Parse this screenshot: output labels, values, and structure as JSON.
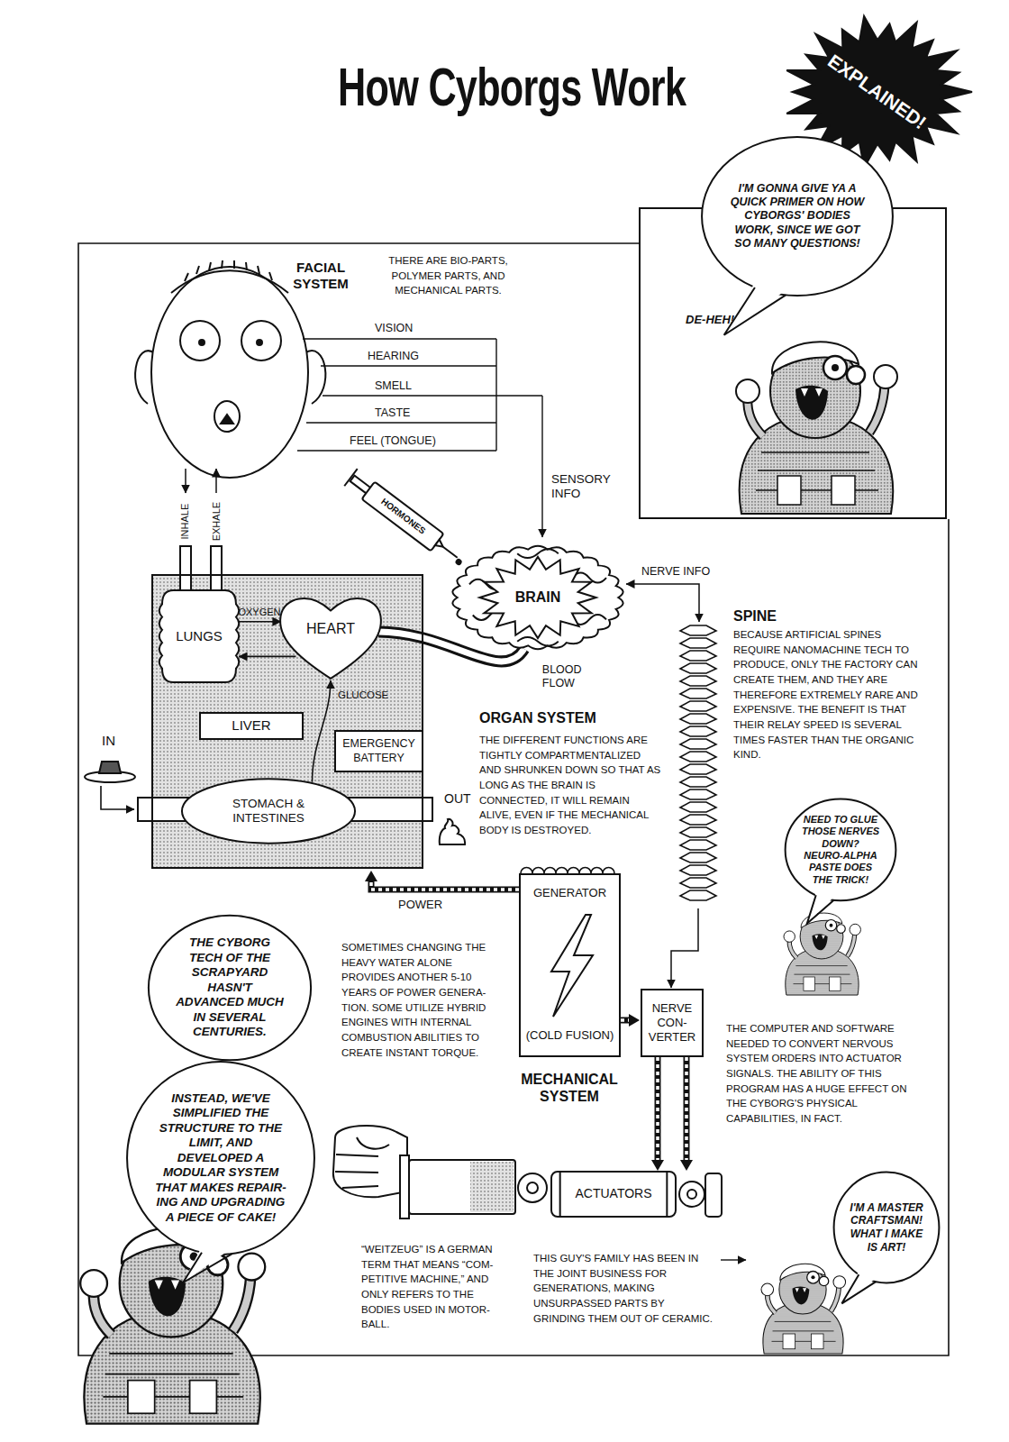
{
  "diagram": {
    "title": "How Cyborgs Work",
    "nodes": [
      {
        "text": [
          "EXPLAINED!"
        ]
      },
      {
        "text": [
          "I'M GONNA GIVE YA A QUICK PRIMER ON HOW CYBORGS' BODIES WORK, SINCE WE GOT SO MANY QUESTIONS!"
        ]
      },
      {
        "text": [
          "DE-HEH!"
        ]
      },
      {
        "text": [
          "BRAIN"
        ]
      },
      {
        "text": [
          "ORGAN SYSTEM",
          "THE DIFFERENT FUNCTIONS ARE TIGHTLY COMPARTMENTALIZED AND SHRUNKEN DOWN SO THAT AS LONG AS THE BRAIN IS CONNECTED, IT WILL REMAIN ALIVE, EVEN IF THE MECHANICAL BODY IS DESTROYED."
        ]
      },
      {
        "text": [
          "LUNGS"
        ],
        "in": 4
      },
      {
        "text": [
          "HEART"
        ],
        "in": 4
      },
      {
        "text": [
          "LIVER"
        ],
        "in": 4
      },
      {
        "text": [
          "EMERGENCY BATTERY"
        ],
        "in": 4
      },
      {
        "text": [
          "STOMACH & INTESTINES"
        ],
        "in": 4
      },
      {
        "text": [
          "NEED TO GLUE THOSE NERVES DOWN? NEURO-ALPHA PASTE DOES THE TRICK!"
        ]
      },
      {
        "text": [
          "GENERATOR",
          "(COLD FUSION)"
        ]
      },
      {
        "text": [
          "THE CYBORG TECH OF THE SCRAPYARD HASN'T ADVANCED MUCH IN SEVERAL CENTURIES."
        ]
      },
      {
        "text": [
          "NERVE CON-VERTER"
        ]
      },
      {
        "text": [
          "INSTEAD, WE'VE SIMPLIFIED THE STRUCTURE TO THE LIMIT, AND DEVELOPED A MODULAR SYSTEM THAT MAKES REPAIR-ING AND UPGRADING A PIECE OF CAKE!"
        ]
      },
      {
        "text": [
          "ACTUATORS"
        ]
      },
      {
        "text": [
          "I'M A MASTER CRAFTSMAN! WHAT I MAKE IS ART!"
        ]
      }
    ],
    "edges": [
      {
        "from": 5,
        "to": 6,
        "label": "OXYGEN",
        "arrow": "to"
      },
      {
        "from": 6,
        "to": 5,
        "arrow": "to"
      },
      {
        "from": 9,
        "to": 6,
        "label": "GLUCOSE",
        "arrow": "to"
      },
      {
        "from": 6,
        "to": 3,
        "label": "BLOOD FLOW",
        "arrow": "none"
      },
      {
        "from": 11,
        "to": 4,
        "label": "POWER",
        "arrow": "to"
      },
      {
        "from": 11,
        "to": 13,
        "arrow": "to"
      },
      {
        "from": 13,
        "to": 15,
        "arrow": "to"
      }
    ],
    "labels": [
      "FACIAL SYSTEM",
      "THERE ARE BIO-PARTS, POLYMER PARTS, AND MECHANICAL PARTS.",
      "VISION",
      "HEARING",
      "SMELL",
      "TASTE",
      "FEEL (TONGUE)",
      "INHALE",
      "EXHALE",
      "HORMONES",
      "SENSORY INFO",
      "NERVE INFO",
      "SPINE",
      "BECAUSE ARTIFICIAL SPINES REQUIRE NANOMACHINE TECH TO PRODUCE, ONLY THE FACTORY CAN CREATE THEM, AND THEY ARE THEREFORE EXTREMELY RARE AND EXPENSIVE. THE BENEFIT IS THAT THEIR RELAY SPEED IS SEVERAL TIMES FASTER THAN THE ORGANIC KIND.",
      "IN",
      "OUT",
      "MECHANICAL SYSTEM",
      "SOMETIMES CHANGING THE HEAVY WATER ALONE PROVIDES ANOTHER 5-10 YEARS OF POWER GENERA-TION. SOME UTILIZE HYBRID ENGINES WITH INTERNAL COMBUSTION ABILITIES TO CREATE INSTANT TORQUE.",
      "THE COMPUTER AND SOFTWARE NEEDED TO CONVERT NERVOUS SYSTEM ORDERS INTO ACTUATOR SIGNALS. THE ABILITY OF THIS PROGRAM HAS A HUGE EFFECT ON THE CYBORG'S PHYSICAL CAPABILITIES, IN FACT.",
      "“WEITZEUG” IS A GERMAN TERM THAT MEANS “COM-PETITIVE MACHINE,” AND ONLY REFERS TO THE BODIES USED IN MOTOR-BALL.",
      "THIS GUY'S FAMILY HAS BEEN IN THE JOINT BUSINESS FOR GENERATIONS, MAKING UNSURPASSED PARTS BY GRINDING THEM OUT OF CERAMIC."
    ]
  }
}
